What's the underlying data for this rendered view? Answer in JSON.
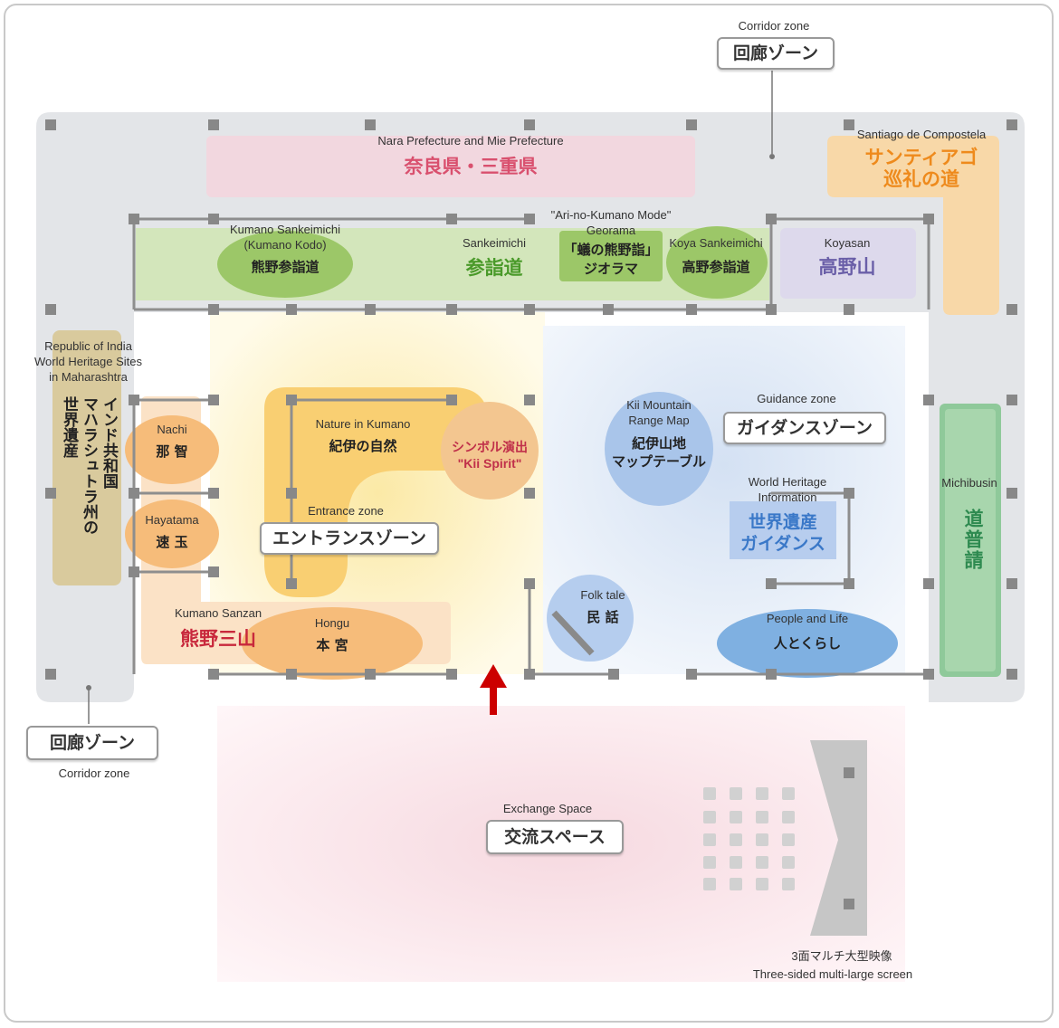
{
  "corridor_top": {
    "en": "Corridor zone",
    "jp": "回廊ゾーン"
  },
  "corridor_bottom": {
    "en": "Corridor zone",
    "jp": "回廊ゾーン"
  },
  "nara": {
    "en": "Nara Prefecture and Mie Prefecture",
    "jp": "奈良県・三重県"
  },
  "santiago": {
    "en": "Santiago de Compostela",
    "jp1": "サンティアゴ",
    "jp2": "巡礼の道"
  },
  "kumano_kodo": {
    "en1": "Kumano Sankeimichi",
    "en2": "(Kumano Kodo)",
    "jp": "熊野参詣道"
  },
  "sankeimichi": {
    "en": "Sankeimichi",
    "jp": "参詣道"
  },
  "diorama": {
    "en1": "\"Ari-no-Kumano Mode\"",
    "en2": "Georama",
    "jp1": "「蟻の熊野詣」",
    "jp2": "ジオラマ"
  },
  "koya_sankei": {
    "en": "Koya Sankeimichi",
    "jp": "高野参詣道"
  },
  "koyasan": {
    "en": "Koyasan",
    "jp": "高野山"
  },
  "india": {
    "en1": "Republic of India",
    "en2": "World Heritage Sites",
    "en3": "in Maharashtra",
    "jp_col1": "インド共和国",
    "jp_col2": "マハラシュトラ州の",
    "jp_col3": "世界遺産"
  },
  "nachi": {
    "en": "Nachi",
    "jp": "那 智"
  },
  "hayatama": {
    "en": "Hayatama",
    "jp": "速 玉"
  },
  "nature": {
    "en": "Nature in Kumano",
    "jp": "紀伊の自然"
  },
  "symbol": {
    "jp": "シンボル演出",
    "en": "\"Kii Spirit\""
  },
  "entrance": {
    "en": "Entrance zone",
    "jp": "エントランスゾーン"
  },
  "kumano_sanzan": {
    "en": "Kumano Sanzan",
    "jp": "熊野三山"
  },
  "hongu": {
    "en": "Hongu",
    "jp": "本 宮"
  },
  "kii_map": {
    "en1": "Kii Mountain",
    "en2": "Range Map",
    "jp1": "紀伊山地",
    "jp2": "マップテーブル"
  },
  "guidance": {
    "en": "Guidance zone",
    "jp": "ガイダンスゾーン"
  },
  "wh_info": {
    "en1": "World Heritage",
    "en2": "Information",
    "jp1": "世界遺産",
    "jp2": "ガイダンス"
  },
  "folk": {
    "en": "Folk tale",
    "jp": "民 話"
  },
  "people": {
    "en": "People and Life",
    "jp": "人とくらし"
  },
  "michibusin": {
    "en": "Michibusin",
    "jp": "道普請"
  },
  "exchange": {
    "en": "Exchange Space",
    "jp": "交流スペース"
  },
  "screen": {
    "jp": "3面マルチ大型映像",
    "en": "Three-sided multi-large screen"
  },
  "colors": {
    "pink": "#f2d7df",
    "green": "#cfe3b4",
    "orange": "#f8d8a8",
    "sand": "#d8c99c",
    "blue": "#d6e3f3",
    "gray": "#e4e6e9",
    "red": "#cc0000"
  }
}
